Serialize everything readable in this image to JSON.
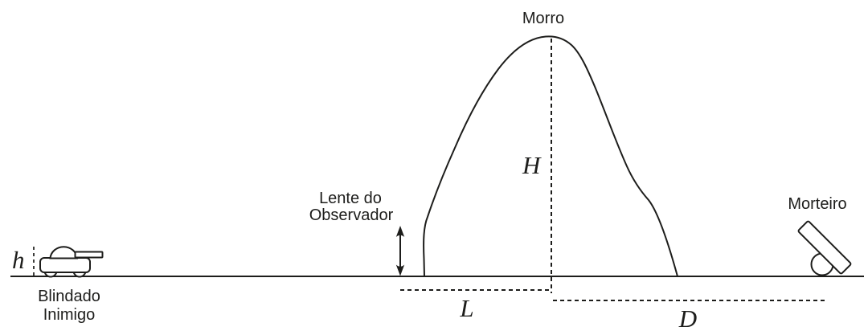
{
  "colors": {
    "ink": "#1d1d1b",
    "background": "#ffffff"
  },
  "diagram": {
    "tank": {
      "height_symbol": "h",
      "label_line1": "Blindado",
      "label_line2": "Inimigo"
    },
    "observer": {
      "label_line1": "Lente do",
      "label_line2": "Observador"
    },
    "hill": {
      "label": "Morro",
      "height_symbol": "H"
    },
    "mortar": {
      "label": "Morteiro"
    },
    "distances": {
      "observer_to_hill_symbol": "L",
      "hill_to_mortar_symbol": "D"
    }
  }
}
